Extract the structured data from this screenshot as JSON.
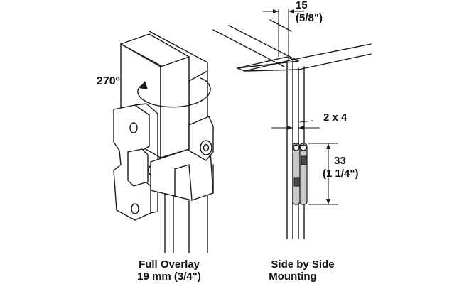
{
  "left_figure": {
    "angle_label": "270º",
    "caption_line1": "Full Overlay",
    "caption_line2": "19 mm (3/4\")"
  },
  "right_figure": {
    "top_dim_value": "15",
    "top_dim_inch": "(5/8\")",
    "side_dim": "2 x 4",
    "height_dim_value": "33",
    "height_dim_inch": "(1 1/4\")",
    "caption_line1": "Side by Side",
    "caption_line2": "Mounting"
  },
  "colors": {
    "line": "#1a1a1a",
    "shade": "#9a9a9a",
    "background": "#ffffff"
  }
}
